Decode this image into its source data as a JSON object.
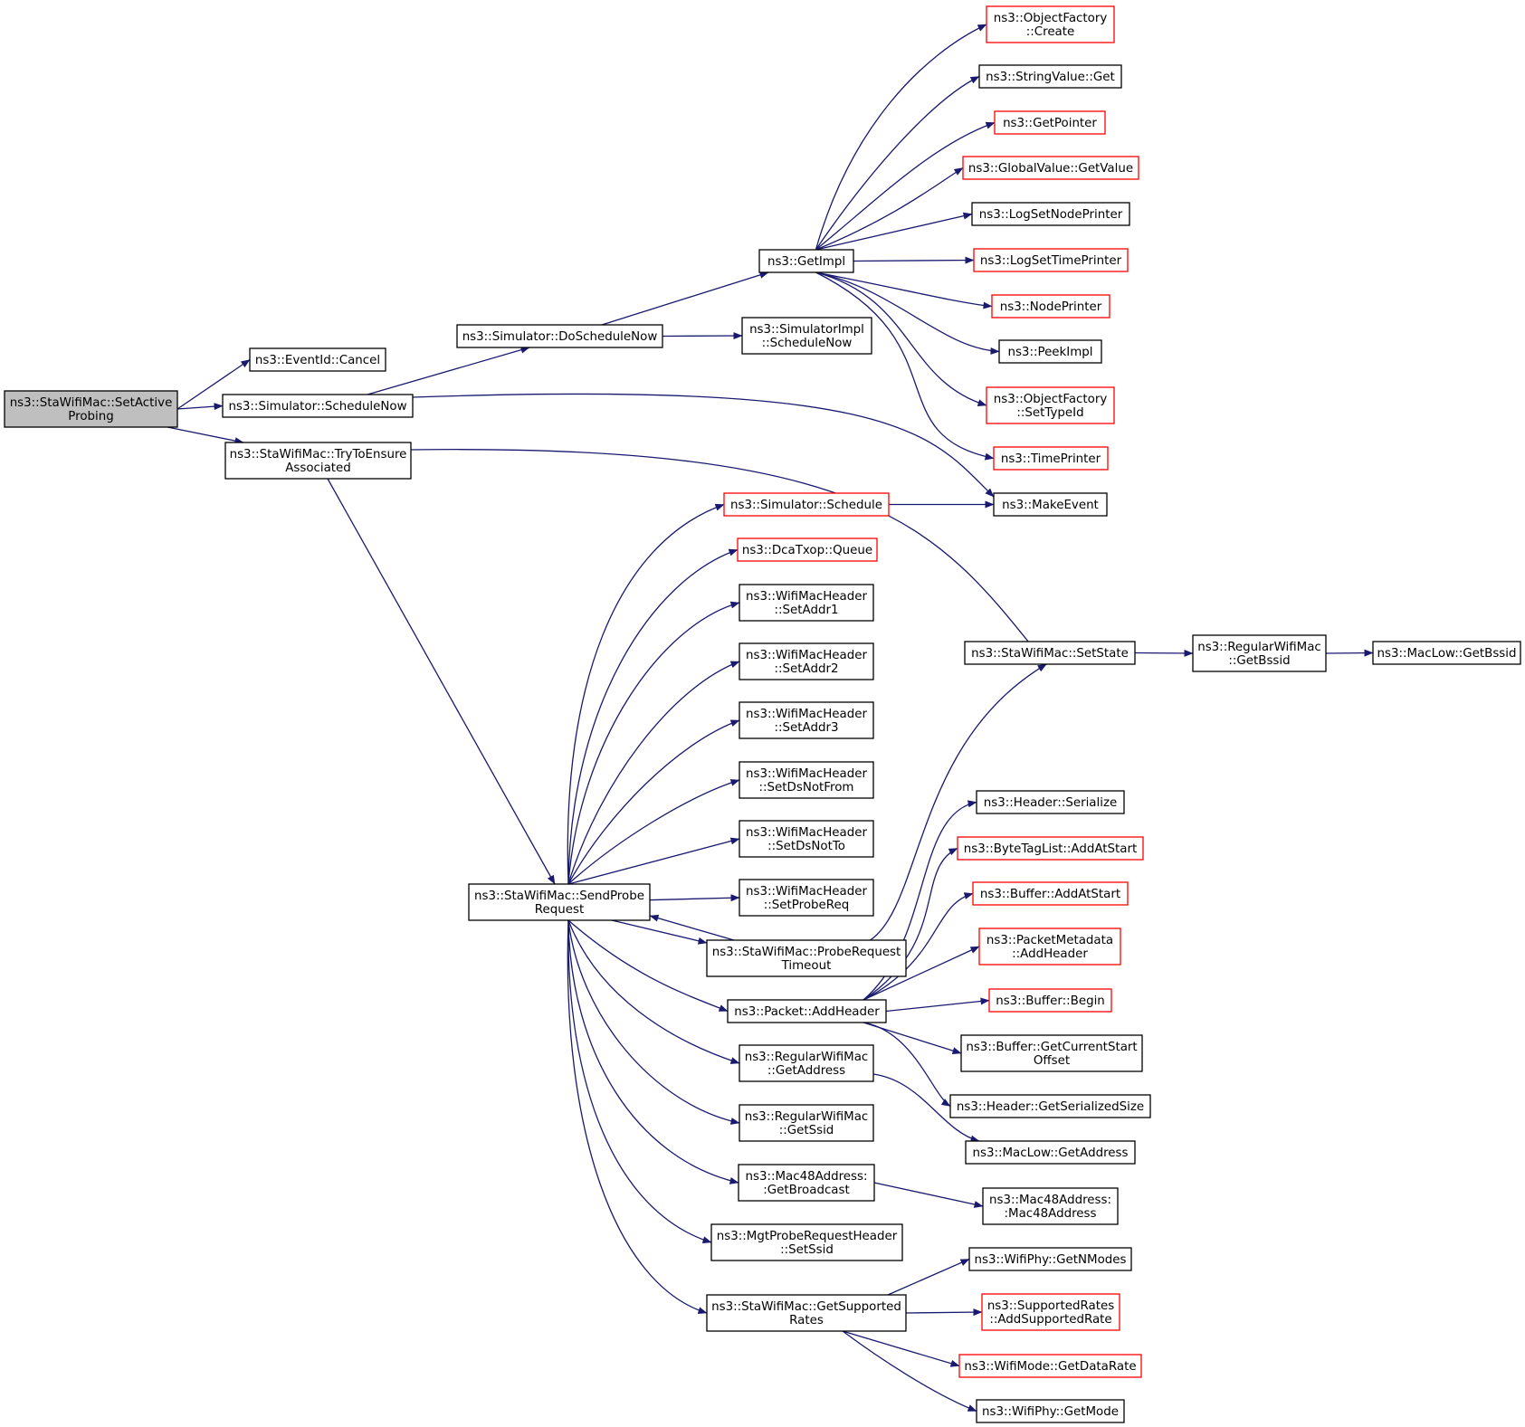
{
  "colors": {
    "edge": "#191970",
    "border_normal": "#000000",
    "border_partial": "#ff0000",
    "fill_root": "#bfbfbf",
    "fill_normal": "#ffffff"
  },
  "nodes": [
    {
      "id": "setactiveprobing",
      "lines": [
        "ns3::StaWifiMac::SetActive",
        "Probing"
      ],
      "kind": "root"
    },
    {
      "id": "eventid-cancel",
      "lines": [
        "ns3::EventId::Cancel"
      ],
      "kind": "normal"
    },
    {
      "id": "simulator-schedulenow",
      "lines": [
        "ns3::Simulator::ScheduleNow"
      ],
      "kind": "normal"
    },
    {
      "id": "trytoensureassociated",
      "lines": [
        "ns3::StaWifiMac::TryToEnsure",
        "Associated"
      ],
      "kind": "normal"
    },
    {
      "id": "simulator-doschedulenow",
      "lines": [
        "ns3::Simulator::DoScheduleNow"
      ],
      "kind": "normal"
    },
    {
      "id": "getimpl",
      "lines": [
        "ns3::GetImpl"
      ],
      "kind": "normal"
    },
    {
      "id": "simulatorimpl-schedulenow",
      "lines": [
        "ns3::SimulatorImpl",
        "::ScheduleNow"
      ],
      "kind": "normal"
    },
    {
      "id": "objectfactory-create",
      "lines": [
        "ns3::ObjectFactory",
        "::Create"
      ],
      "kind": "partial"
    },
    {
      "id": "stringvalue-get",
      "lines": [
        "ns3::StringValue::Get"
      ],
      "kind": "normal"
    },
    {
      "id": "getpointer",
      "lines": [
        "ns3::GetPointer"
      ],
      "kind": "partial"
    },
    {
      "id": "globalvalue-getvalue",
      "lines": [
        "ns3::GlobalValue::GetValue"
      ],
      "kind": "partial"
    },
    {
      "id": "logsetnodeprinter",
      "lines": [
        "ns3::LogSetNodePrinter"
      ],
      "kind": "normal"
    },
    {
      "id": "logsettimeprinter",
      "lines": [
        "ns3::LogSetTimePrinter"
      ],
      "kind": "partial"
    },
    {
      "id": "nodeprinter",
      "lines": [
        "ns3::NodePrinter"
      ],
      "kind": "partial"
    },
    {
      "id": "peekimpl",
      "lines": [
        "ns3::PeekImpl"
      ],
      "kind": "normal"
    },
    {
      "id": "objectfactory-settypeid",
      "lines": [
        "ns3::ObjectFactory",
        "::SetTypeId"
      ],
      "kind": "partial"
    },
    {
      "id": "timeprinter",
      "lines": [
        "ns3::TimePrinter"
      ],
      "kind": "partial"
    },
    {
      "id": "makeevent",
      "lines": [
        "ns3::MakeEvent"
      ],
      "kind": "normal"
    },
    {
      "id": "simulator-schedule",
      "lines": [
        "ns3::Simulator::Schedule"
      ],
      "kind": "partial"
    },
    {
      "id": "dcatxop-queue",
      "lines": [
        "ns3::DcaTxop::Queue"
      ],
      "kind": "partial"
    },
    {
      "id": "setaddr1",
      "lines": [
        "ns3::WifiMacHeader",
        "::SetAddr1"
      ],
      "kind": "normal"
    },
    {
      "id": "setaddr2",
      "lines": [
        "ns3::WifiMacHeader",
        "::SetAddr2"
      ],
      "kind": "normal"
    },
    {
      "id": "setaddr3",
      "lines": [
        "ns3::WifiMacHeader",
        "::SetAddr3"
      ],
      "kind": "normal"
    },
    {
      "id": "setdsnotfrom",
      "lines": [
        "ns3::WifiMacHeader",
        "::SetDsNotFrom"
      ],
      "kind": "normal"
    },
    {
      "id": "setdsnotto",
      "lines": [
        "ns3::WifiMacHeader",
        "::SetDsNotTo"
      ],
      "kind": "normal"
    },
    {
      "id": "setprobereq",
      "lines": [
        "ns3::WifiMacHeader",
        "::SetProbeReq"
      ],
      "kind": "normal"
    },
    {
      "id": "sendproberequest",
      "lines": [
        "ns3::StaWifiMac::SendProbe",
        "Request"
      ],
      "kind": "normal"
    },
    {
      "id": "proberequesttimeout",
      "lines": [
        "ns3::StaWifiMac::ProbeRequest",
        "Timeout"
      ],
      "kind": "normal"
    },
    {
      "id": "packet-addheader",
      "lines": [
        "ns3::Packet::AddHeader"
      ],
      "kind": "normal"
    },
    {
      "id": "regularwifimac-getaddress",
      "lines": [
        "ns3::RegularWifiMac",
        "::GetAddress"
      ],
      "kind": "normal"
    },
    {
      "id": "regularwifimac-getssid",
      "lines": [
        "ns3::RegularWifiMac",
        "::GetSsid"
      ],
      "kind": "normal"
    },
    {
      "id": "mac48address-getbroadcast",
      "lines": [
        "ns3::Mac48Address:",
        ":GetBroadcast"
      ],
      "kind": "normal"
    },
    {
      "id": "mgtproberequestheader-setssid",
      "lines": [
        "ns3::MgtProbeRequestHeader",
        "::SetSsid"
      ],
      "kind": "normal"
    },
    {
      "id": "getsupportedrates",
      "lines": [
        "ns3::StaWifiMac::GetSupported",
        "Rates"
      ],
      "kind": "normal"
    },
    {
      "id": "stawifimac-setstate",
      "lines": [
        "ns3::StaWifiMac::SetState"
      ],
      "kind": "normal"
    },
    {
      "id": "regularwifimac-getbssid",
      "lines": [
        "ns3::RegularWifiMac",
        "::GetBssid"
      ],
      "kind": "normal"
    },
    {
      "id": "maclow-getbssid",
      "lines": [
        "ns3::MacLow::GetBssid"
      ],
      "kind": "normal"
    },
    {
      "id": "header-serialize",
      "lines": [
        "ns3::Header::Serialize"
      ],
      "kind": "normal"
    },
    {
      "id": "bytetaglist-addatstart",
      "lines": [
        "ns3::ByteTagList::AddAtStart"
      ],
      "kind": "partial"
    },
    {
      "id": "buffer-addatstart",
      "lines": [
        "ns3::Buffer::AddAtStart"
      ],
      "kind": "partial"
    },
    {
      "id": "packetmetadata-addheader",
      "lines": [
        "ns3::PacketMetadata",
        "::AddHeader"
      ],
      "kind": "partial"
    },
    {
      "id": "buffer-begin",
      "lines": [
        "ns3::Buffer::Begin"
      ],
      "kind": "partial"
    },
    {
      "id": "buffer-getcurrentstartoffset",
      "lines": [
        "ns3::Buffer::GetCurrentStart",
        "Offset"
      ],
      "kind": "normal"
    },
    {
      "id": "header-getserializedsize",
      "lines": [
        "ns3::Header::GetSerializedSize"
      ],
      "kind": "normal"
    },
    {
      "id": "maclow-getaddress",
      "lines": [
        "ns3::MacLow::GetAddress"
      ],
      "kind": "normal"
    },
    {
      "id": "mac48address-mac48address",
      "lines": [
        "ns3::Mac48Address:",
        ":Mac48Address"
      ],
      "kind": "normal"
    },
    {
      "id": "wifiphy-getnmodes",
      "lines": [
        "ns3::WifiPhy::GetNModes"
      ],
      "kind": "normal"
    },
    {
      "id": "supportedrates-addsupportedrate",
      "lines": [
        "ns3::SupportedRates",
        "::AddSupportedRate"
      ],
      "kind": "partial"
    },
    {
      "id": "wifimode-getdatarate",
      "lines": [
        "ns3::WifiMode::GetDataRate"
      ],
      "kind": "partial"
    },
    {
      "id": "wifiphy-getmode",
      "lines": [
        "ns3::WifiPhy::GetMode"
      ],
      "kind": "normal"
    }
  ],
  "edges": [
    {
      "from": "setactiveprobing",
      "to": "eventid-cancel"
    },
    {
      "from": "setactiveprobing",
      "to": "simulator-schedulenow"
    },
    {
      "from": "setactiveprobing",
      "to": "trytoensureassociated"
    },
    {
      "from": "simulator-schedulenow",
      "to": "simulator-doschedulenow"
    },
    {
      "from": "simulator-schedulenow",
      "to": "makeevent"
    },
    {
      "from": "simulator-doschedulenow",
      "to": "getimpl"
    },
    {
      "from": "simulator-doschedulenow",
      "to": "simulatorimpl-schedulenow"
    },
    {
      "from": "getimpl",
      "to": "objectfactory-create"
    },
    {
      "from": "getimpl",
      "to": "stringvalue-get"
    },
    {
      "from": "getimpl",
      "to": "getpointer"
    },
    {
      "from": "getimpl",
      "to": "globalvalue-getvalue"
    },
    {
      "from": "getimpl",
      "to": "logsetnodeprinter"
    },
    {
      "from": "getimpl",
      "to": "logsettimeprinter"
    },
    {
      "from": "getimpl",
      "to": "nodeprinter"
    },
    {
      "from": "getimpl",
      "to": "peekimpl"
    },
    {
      "from": "getimpl",
      "to": "objectfactory-settypeid"
    },
    {
      "from": "getimpl",
      "to": "timeprinter"
    },
    {
      "from": "trytoensureassociated",
      "to": "stawifimac-setstate"
    },
    {
      "from": "trytoensureassociated",
      "to": "sendproberequest"
    },
    {
      "from": "simulator-schedule",
      "to": "makeevent"
    },
    {
      "from": "sendproberequest",
      "to": "simulator-schedule"
    },
    {
      "from": "sendproberequest",
      "to": "dcatxop-queue"
    },
    {
      "from": "sendproberequest",
      "to": "setaddr1"
    },
    {
      "from": "sendproberequest",
      "to": "setaddr2"
    },
    {
      "from": "sendproberequest",
      "to": "setaddr3"
    },
    {
      "from": "sendproberequest",
      "to": "setdsnotfrom"
    },
    {
      "from": "sendproberequest",
      "to": "setdsnotto"
    },
    {
      "from": "sendproberequest",
      "to": "setprobereq"
    },
    {
      "from": "sendproberequest",
      "to": "proberequesttimeout"
    },
    {
      "from": "proberequesttimeout",
      "to": "sendproberequest"
    },
    {
      "from": "sendproberequest",
      "to": "packet-addheader"
    },
    {
      "from": "sendproberequest",
      "to": "regularwifimac-getaddress"
    },
    {
      "from": "sendproberequest",
      "to": "regularwifimac-getssid"
    },
    {
      "from": "sendproberequest",
      "to": "mac48address-getbroadcast"
    },
    {
      "from": "sendproberequest",
      "to": "mgtproberequestheader-setssid"
    },
    {
      "from": "sendproberequest",
      "to": "getsupportedrates"
    },
    {
      "from": "proberequesttimeout",
      "to": "stawifimac-setstate"
    },
    {
      "from": "stawifimac-setstate",
      "to": "regularwifimac-getbssid"
    },
    {
      "from": "regularwifimac-getbssid",
      "to": "maclow-getbssid"
    },
    {
      "from": "packet-addheader",
      "to": "header-serialize"
    },
    {
      "from": "packet-addheader",
      "to": "bytetaglist-addatstart"
    },
    {
      "from": "packet-addheader",
      "to": "buffer-addatstart"
    },
    {
      "from": "packet-addheader",
      "to": "packetmetadata-addheader"
    },
    {
      "from": "packet-addheader",
      "to": "buffer-begin"
    },
    {
      "from": "packet-addheader",
      "to": "buffer-getcurrentstartoffset"
    },
    {
      "from": "packet-addheader",
      "to": "header-getserializedsize"
    },
    {
      "from": "regularwifimac-getaddress",
      "to": "maclow-getaddress"
    },
    {
      "from": "mac48address-getbroadcast",
      "to": "mac48address-mac48address"
    },
    {
      "from": "getsupportedrates",
      "to": "wifiphy-getnmodes"
    },
    {
      "from": "getsupportedrates",
      "to": "supportedrates-addsupportedrate"
    },
    {
      "from": "getsupportedrates",
      "to": "wifimode-getdatarate"
    },
    {
      "from": "getsupportedrates",
      "to": "wifiphy-getmode"
    }
  ]
}
